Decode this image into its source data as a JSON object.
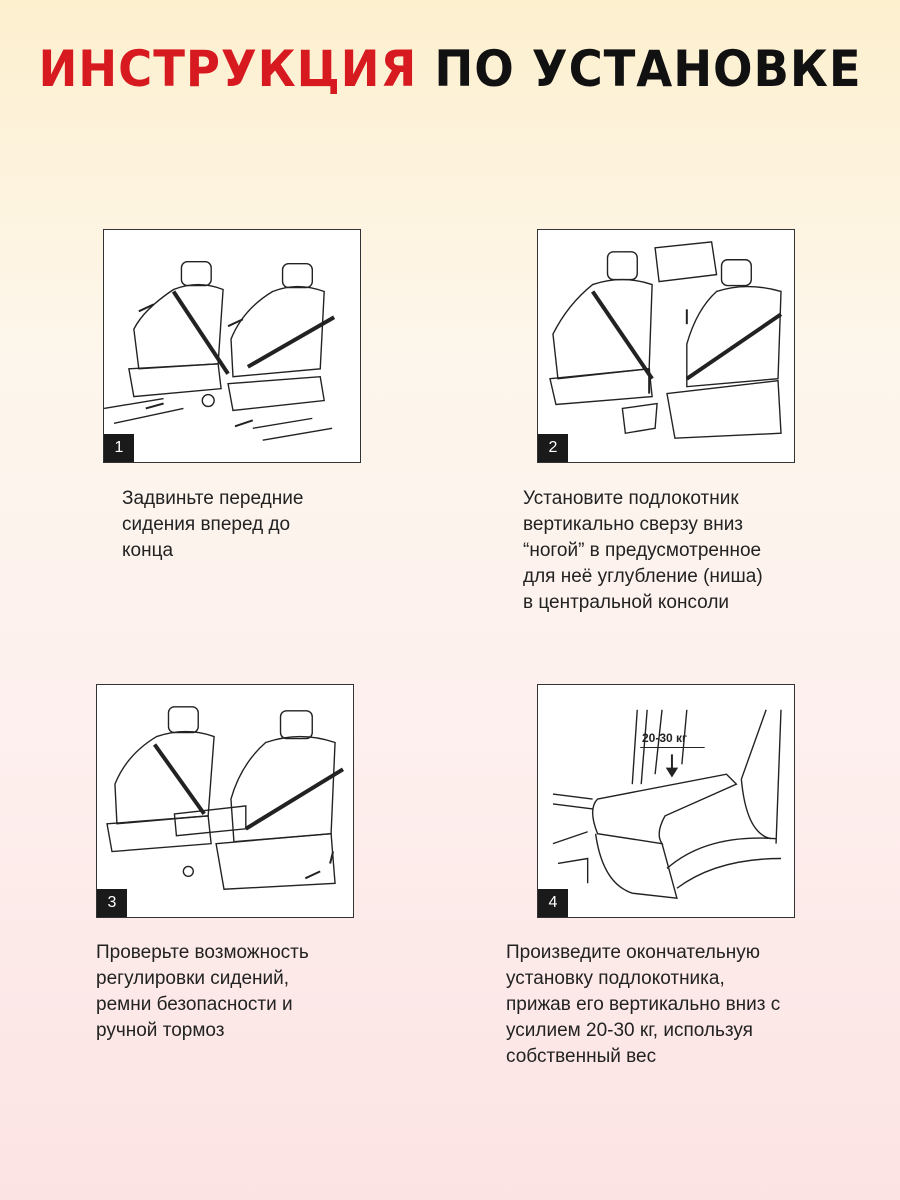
{
  "title": {
    "part1": "ИНСТРУКЦИЯ",
    "part2": "ПО УСТАНОВКЕ"
  },
  "steps": [
    {
      "number": "1",
      "lines": [
        "Задвиньте передние",
        "сидения вперед до",
        "конца"
      ]
    },
    {
      "number": "2",
      "lines": [
        "Установите подлокотник",
        "вертикально сверзу вниз",
        "“ногой” в предусмотренное",
        "для неё углубление (ниша)",
        "в центральной консоли"
      ]
    },
    {
      "number": "3",
      "lines": [
        "Проверьте возможность",
        "регулировки сидений,",
        "ремни безопасности и",
        "ручной тормоз"
      ]
    },
    {
      "number": "4",
      "lines": [
        "Произведите окончательную",
        "установку подлокотника,",
        "прижав его вертикально вниз с",
        "усилием 20-30 кг, используя",
        "собственный вес"
      ],
      "label": "20-30 кг"
    }
  ],
  "colors": {
    "accent": "#d71920"
  }
}
